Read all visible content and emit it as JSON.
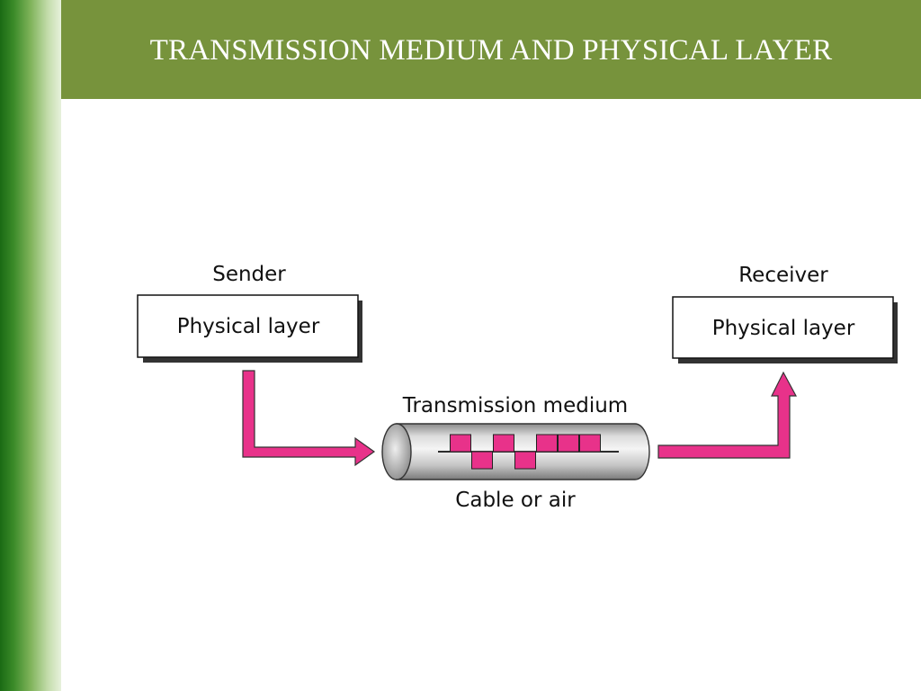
{
  "slide": {
    "title": "TRANSMISSION MEDIUM AND PHYSICAL LAYER"
  },
  "diagram": {
    "sender": {
      "heading": "Sender",
      "box_label": "Physical layer"
    },
    "receiver": {
      "heading": "Receiver",
      "box_label": "Physical layer"
    },
    "medium": {
      "heading": "Transmission medium",
      "caption": "Cable or air"
    },
    "signal_bits": [
      1,
      0,
      1,
      0,
      1,
      1,
      1
    ],
    "colors": {
      "title_bar": "#77933c",
      "left_bar_dark": "#1a6a14",
      "arrow": "#e8328a",
      "signal": "#e8328a",
      "box_shadow": "#333333",
      "cylinder": "#b8b8b8"
    }
  }
}
